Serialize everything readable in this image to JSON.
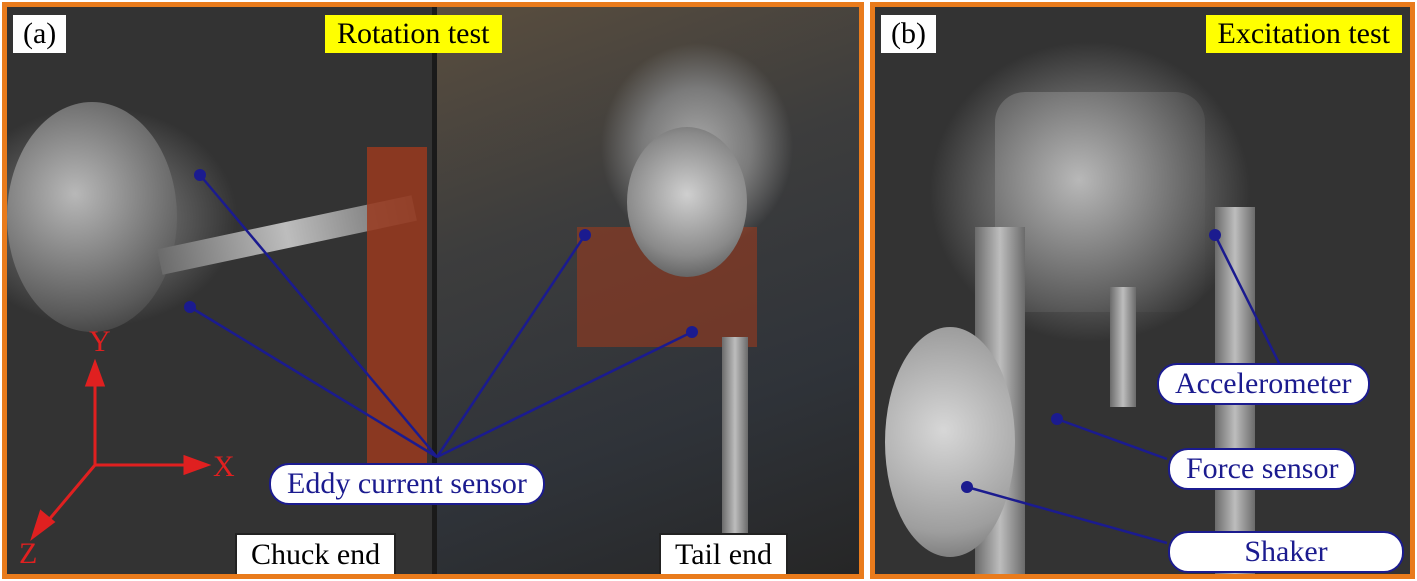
{
  "panel_a": {
    "letter": "(a)",
    "title": "Rotation test",
    "left_corner_label": "Chuck end",
    "right_corner_label": "Tail end",
    "callout": "Eddy current sensor",
    "axes": {
      "y": "Y",
      "x": "X",
      "z": "Z"
    }
  },
  "panel_b": {
    "letter": "(b)",
    "title": "Excitation test",
    "callouts": [
      "Accelerometer",
      "Force sensor",
      "Shaker"
    ]
  },
  "colors": {
    "frame": "#e97b1c",
    "title_bg": "#ffff00",
    "callout_line": "#1b1b8f",
    "axis": "#e02020"
  }
}
